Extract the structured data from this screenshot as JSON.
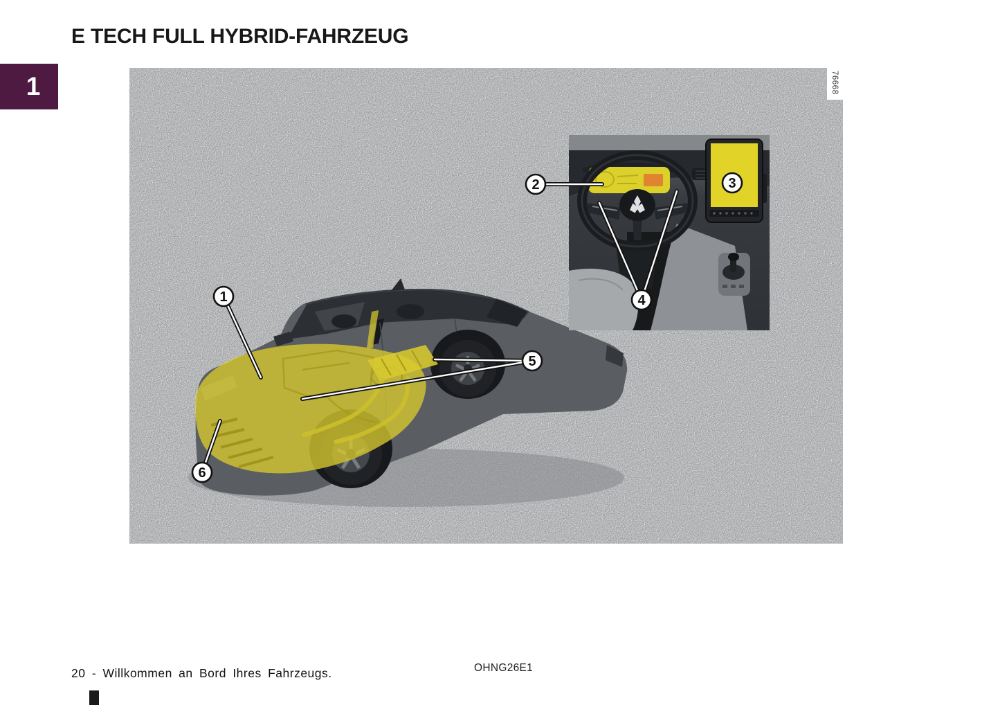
{
  "page": {
    "title": "E TECH FULL HYBRID-FAHRZEUG",
    "chapter_number": "1",
    "footer_text": "20 - Willkommen an Bord Ihres Fahrzeugs.",
    "figure_code": "OHNG26E1"
  },
  "figure": {
    "photo_id": "76668",
    "callout_numbers": [
      "1",
      "2",
      "3",
      "4",
      "5",
      "6"
    ]
  },
  "colors": {
    "chapter_tab_purple": "#4e1a42",
    "highlight_yellow": "#d7c92e",
    "screen_yellow": "#e2d328",
    "cluster_warning_orange": "#e08430",
    "figure_background_grey": "#9b9da0"
  }
}
